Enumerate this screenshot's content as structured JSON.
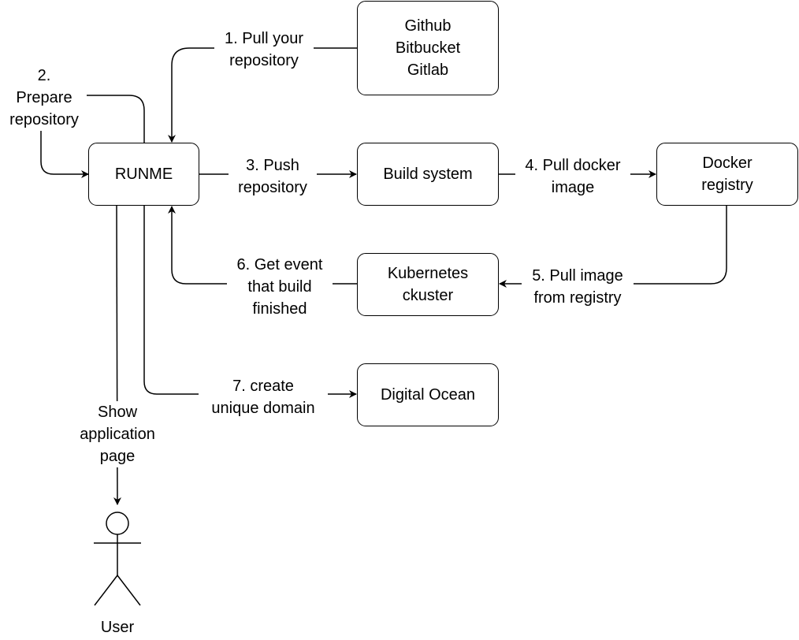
{
  "nodes": {
    "git": {
      "lines": [
        "Github",
        "Bitbucket",
        "Gitlab"
      ]
    },
    "runme": {
      "label": "RUNME"
    },
    "build": {
      "label": "Build system"
    },
    "docker": {
      "lines": [
        "Docker",
        "registry"
      ]
    },
    "k8s": {
      "lines": [
        "Kubernetes",
        "ckuster"
      ]
    },
    "digitalocean": {
      "label": "Digital Ocean"
    }
  },
  "edges": {
    "pull_repo": {
      "lines": [
        "1. Pull your",
        "repository"
      ]
    },
    "prepare": {
      "lines": [
        "2.",
        "Prepare",
        "repository"
      ]
    },
    "push": {
      "lines": [
        "3. Push",
        "repository"
      ]
    },
    "pull_docker": {
      "lines": [
        "4. Pull docker",
        "image"
      ]
    },
    "pull_image": {
      "lines": [
        "5. Pull image",
        "from registry"
      ]
    },
    "get_event": {
      "lines": [
        "6. Get event",
        "that build",
        "finished"
      ]
    },
    "create_domain": {
      "lines": [
        "7. create",
        "unique domain"
      ]
    },
    "show_page": {
      "lines": [
        "Show",
        "application",
        "page"
      ]
    }
  },
  "actor": {
    "label": "User"
  }
}
